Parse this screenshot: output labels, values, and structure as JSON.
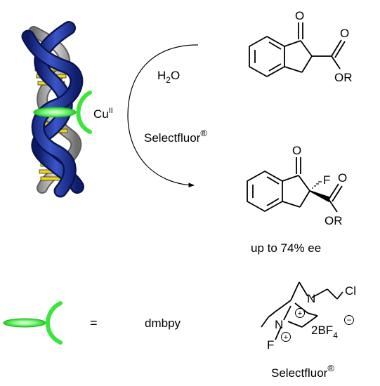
{
  "reaction": {
    "reagent_top": "H2O",
    "reagent_top_base": "H",
    "reagent_top_sub": "2",
    "reagent_top_rest": "O",
    "reagent_bottom_base": "Selectfluor",
    "reagent_bottom_mark": "®"
  },
  "catalyst": {
    "metal": "Cu",
    "oxidation_state": "II"
  },
  "substrate": {
    "carbonyl_o": "O",
    "ester_o": "O",
    "ester_or": "OR"
  },
  "product": {
    "carbonyl_o": "O",
    "fluorine": "F",
    "ester_o": "O",
    "ester_or": "OR",
    "selectivity": "up to 74% ee"
  },
  "legend": {
    "equals": "=",
    "ligand_name": "dmbpy"
  },
  "selectfluor": {
    "n_top": "N",
    "n_bottom": "N",
    "cl": "Cl",
    "f": "F",
    "plus": "+",
    "minus": "−",
    "salt_base": "2BF",
    "salt_sub": "4",
    "name_base": "Selectfluor",
    "name_mark": "®"
  },
  "colors": {
    "dna_blue": "#1f2f8c",
    "dna_gray": "#9a9a9a",
    "base_pair_yellow": "#e8d21a",
    "ligand_green": "#39e639"
  }
}
